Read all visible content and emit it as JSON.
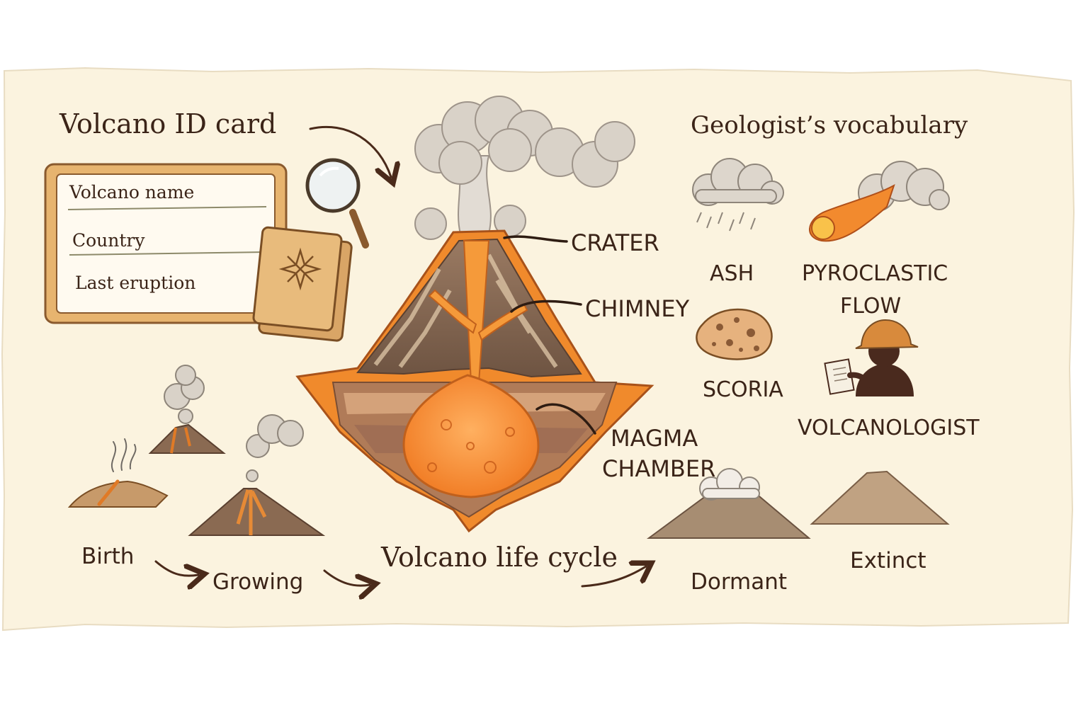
{
  "id_card": {
    "title": "Volcano ID card",
    "fields": [
      "Volcano name",
      "Country",
      "Last eruption"
    ]
  },
  "diagram": {
    "labels": {
      "crater": "CRATER",
      "chimney": "CHIMNEY",
      "magma_line1": "MAGMA",
      "magma_line2": "CHAMBER"
    }
  },
  "vocabulary": {
    "title": "Geologist’s vocabulary",
    "ash": "ASH",
    "pyro_line1": "PYROCLASTIC",
    "pyro_line2": "FLOW",
    "scoria": "SCORIA",
    "volcanologist": "VOLCANOLOGIST"
  },
  "life_cycle": {
    "title": "Volcano life cycle",
    "stages": {
      "birth": "Birth",
      "growing": "Growing",
      "dormant": "Dormant",
      "extinct": "Extinct"
    }
  },
  "colors": {
    "paper": "#fbf3df",
    "lava": "#f28a2e",
    "rock": "#8a6a55",
    "ink": "#3b2418",
    "smoke": "#d9d2c8"
  }
}
